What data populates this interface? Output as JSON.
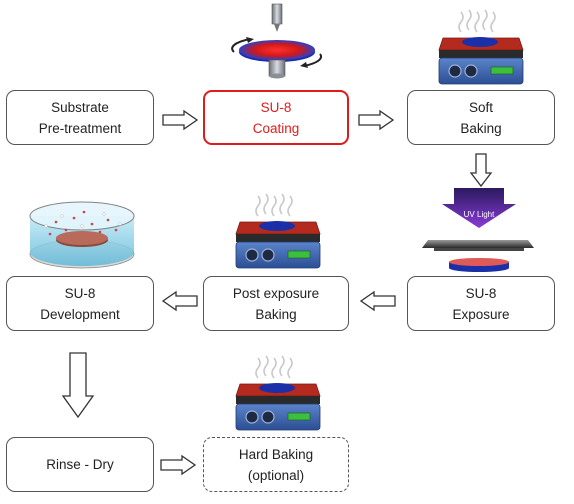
{
  "steps": {
    "substrate": {
      "line1": "Substrate",
      "line2": "Pre-treatment"
    },
    "coating": {
      "line1": "SU-8",
      "line2": "Coating"
    },
    "soft_baking": {
      "line1": "Soft",
      "line2": "Baking"
    },
    "exposure": {
      "line1": "SU-8",
      "line2": "Exposure"
    },
    "post_exposure": {
      "line1": "Post exposure",
      "line2": "Baking"
    },
    "development": {
      "line1": "SU-8",
      "line2": "Development"
    },
    "rinse": {
      "line1": "Rinse - Dry",
      "line2": ""
    },
    "hard_baking": {
      "line1": "Hard Baking",
      "line2": "(optional)"
    }
  },
  "uv_label": "UV Light",
  "colors": {
    "active": "#e01b1b",
    "hotplate_top": "#b52a1e",
    "hotplate_body": "#3f68b0",
    "wafer": "#1b2fa8",
    "display": "#3cbf3c"
  }
}
